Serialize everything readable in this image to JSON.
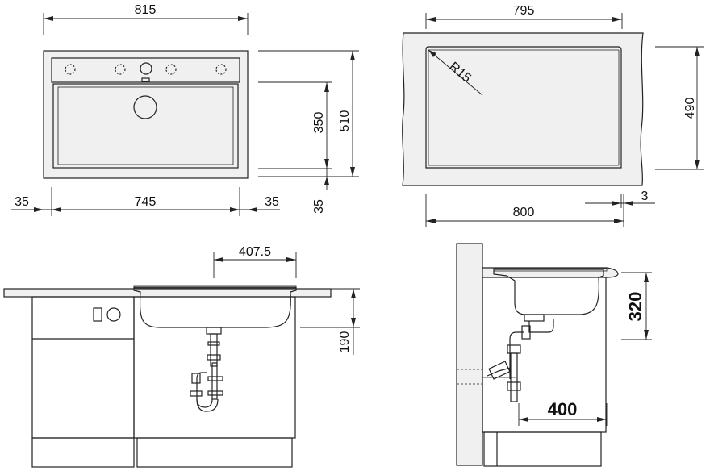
{
  "dimensions": {
    "top_width": "815",
    "top_height": "510",
    "top_inner_height": "350",
    "left_rim": "35",
    "inner_width": "745",
    "right_rim": "35",
    "bottom_rim": "35",
    "cutout_width_top": "795",
    "cutout_height": "490",
    "corner_radius": "R15",
    "cutout_width_bottom": "800",
    "cutout_offset": "3",
    "drain_offset": "407.5",
    "bowl_depth": "190",
    "side_depth": "320",
    "siphon_reach": "400"
  }
}
